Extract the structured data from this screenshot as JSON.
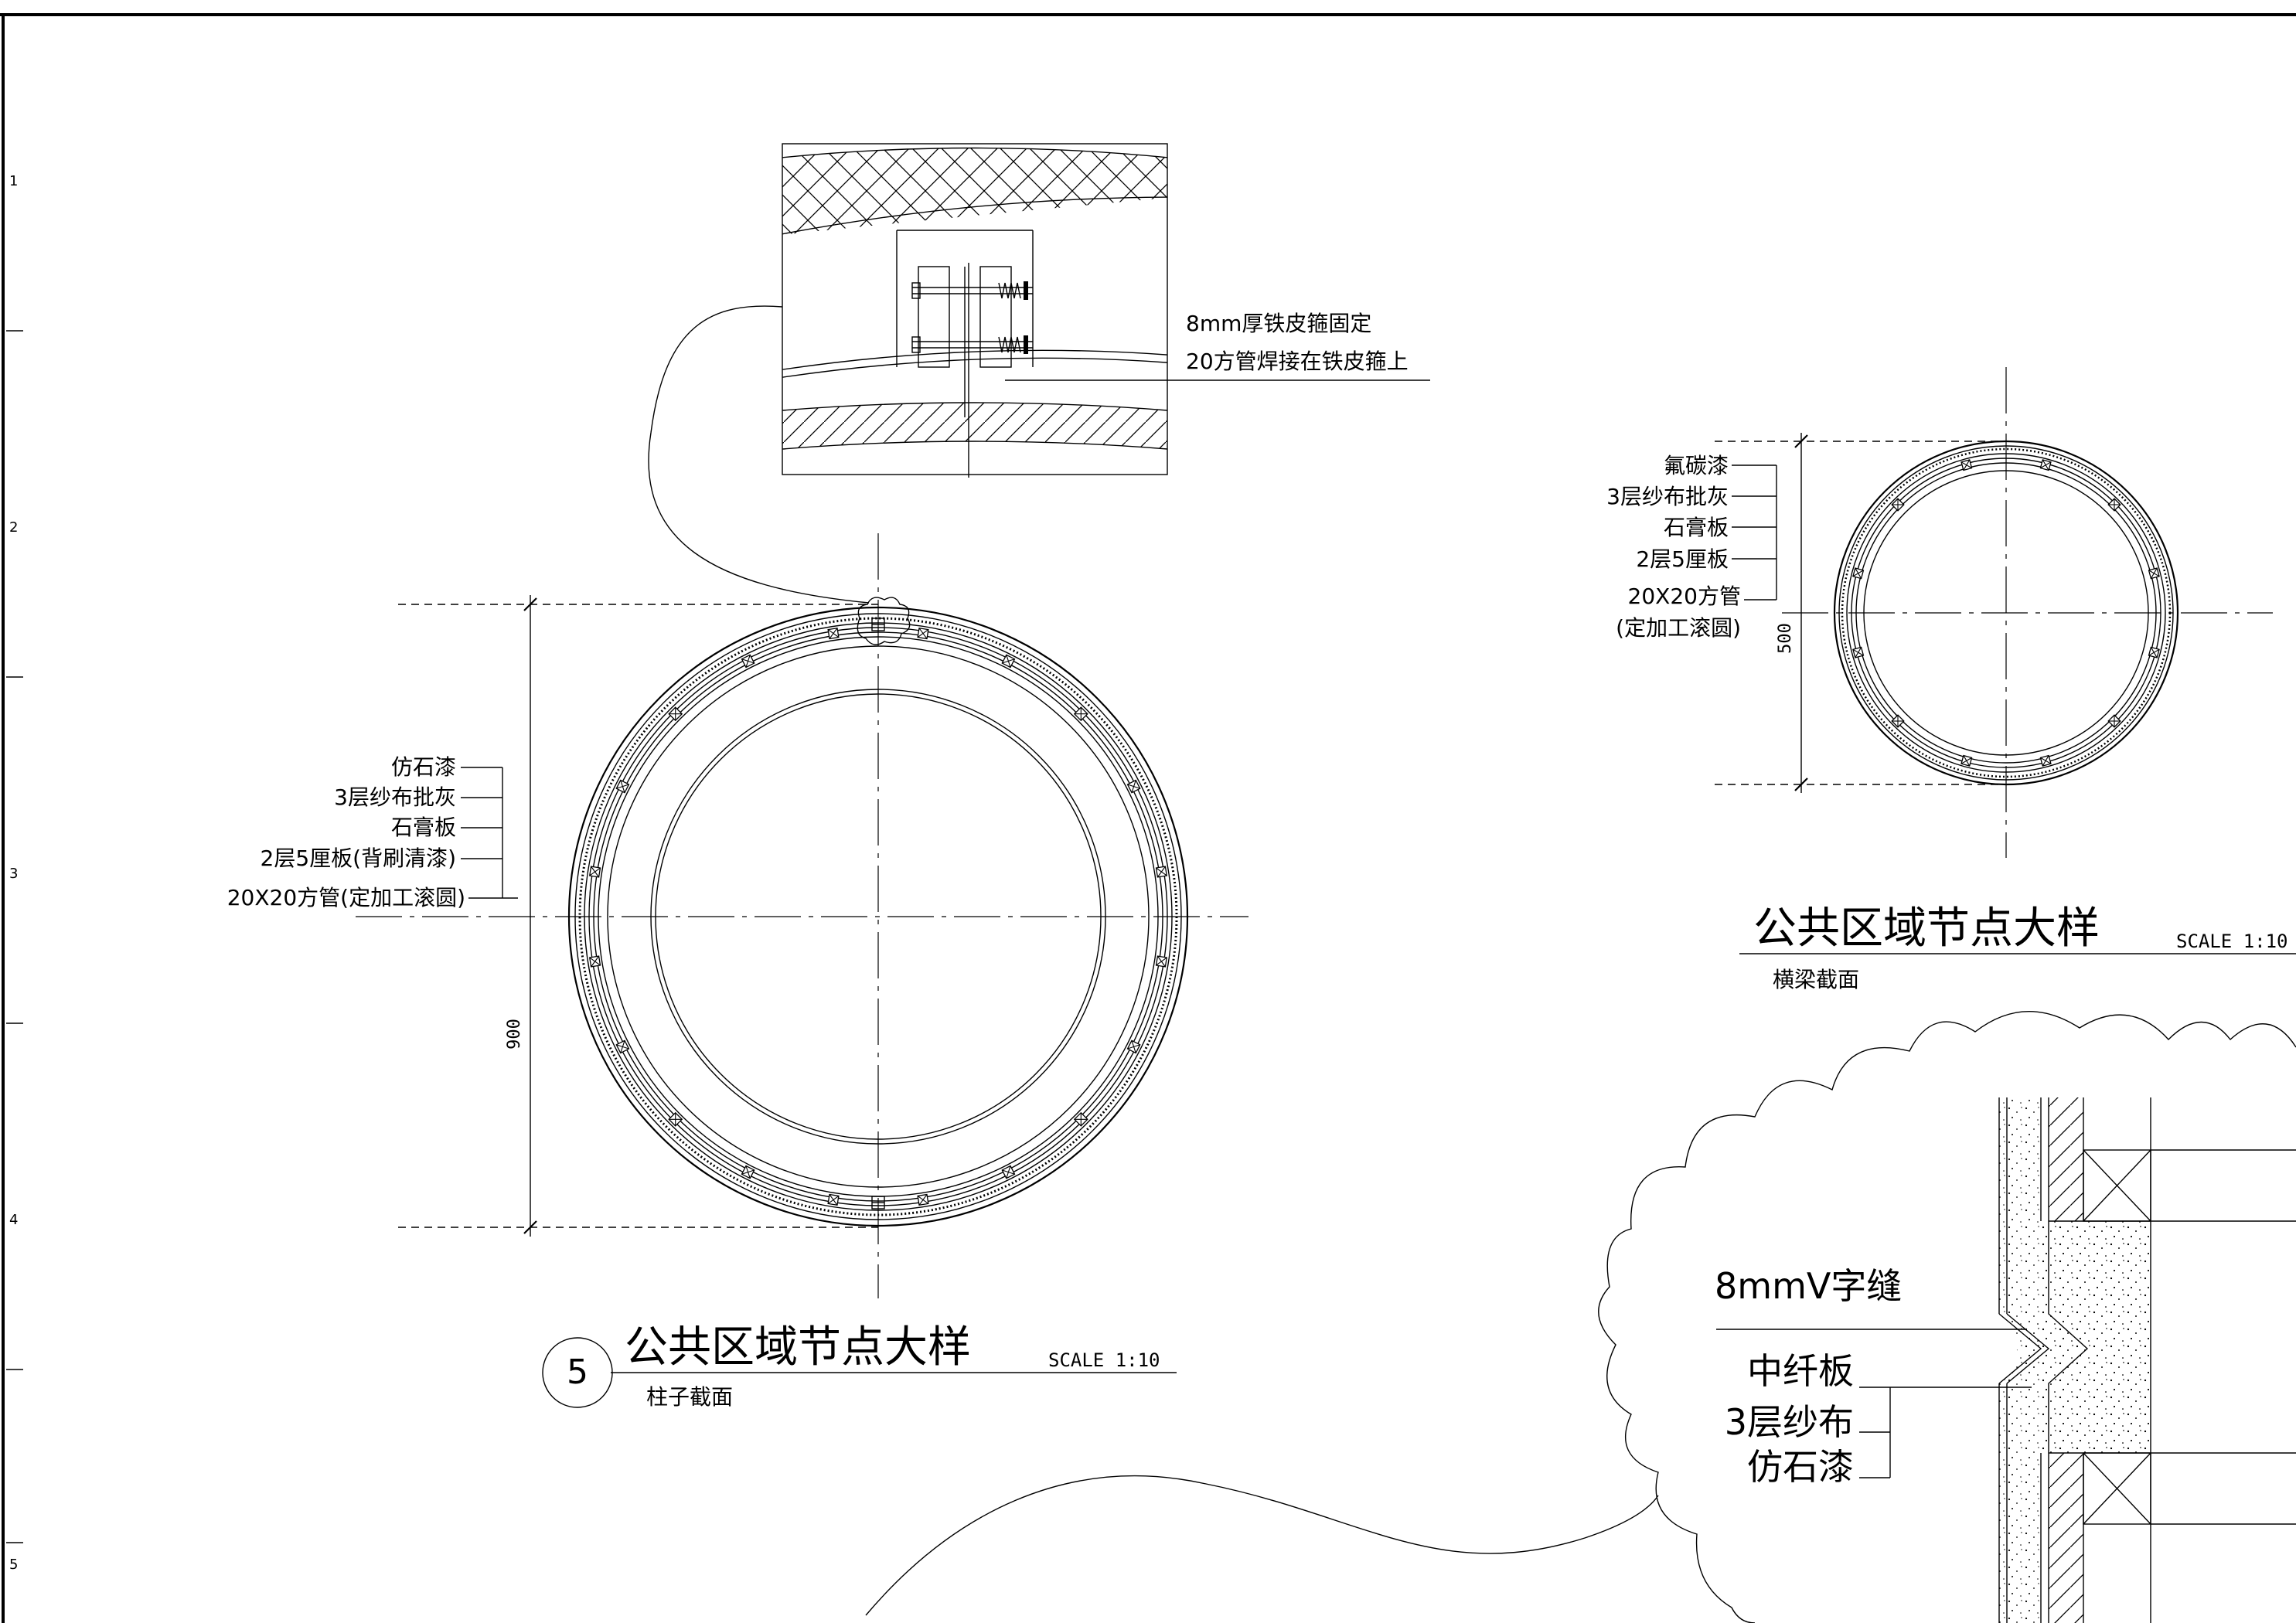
{
  "sheet": {
    "row_markers": [
      "1",
      "2",
      "3",
      "4",
      "5"
    ]
  },
  "detail_column": {
    "callout": {
      "number": "5"
    },
    "title": "公共区域节点大样",
    "scale": "SCALE 1:10",
    "subtitle": "柱子截面",
    "dimension": "900",
    "labels": [
      "仿石漆",
      "3层纱布批灰",
      "石膏板",
      "2层5厘板(背刷清漆)",
      "20X20方管(定加工滚圆)"
    ]
  },
  "detail_clip": {
    "notes": [
      "8mm厚铁皮箍固定",
      "20方管焊接在铁皮箍上"
    ]
  },
  "detail_beam": {
    "title": "公共区域节点大样",
    "scale": "SCALE 1:10",
    "subtitle": "横梁截面",
    "dimension": "500",
    "labels": [
      "氟碳漆",
      "3层纱布批灰",
      "石膏板",
      "2层5厘板",
      "20X20方管",
      "(定加工滚圆)"
    ]
  },
  "detail_joint": {
    "labels": [
      "8mmV字缝",
      "中纤板",
      "3层纱布",
      "仿石漆"
    ]
  }
}
